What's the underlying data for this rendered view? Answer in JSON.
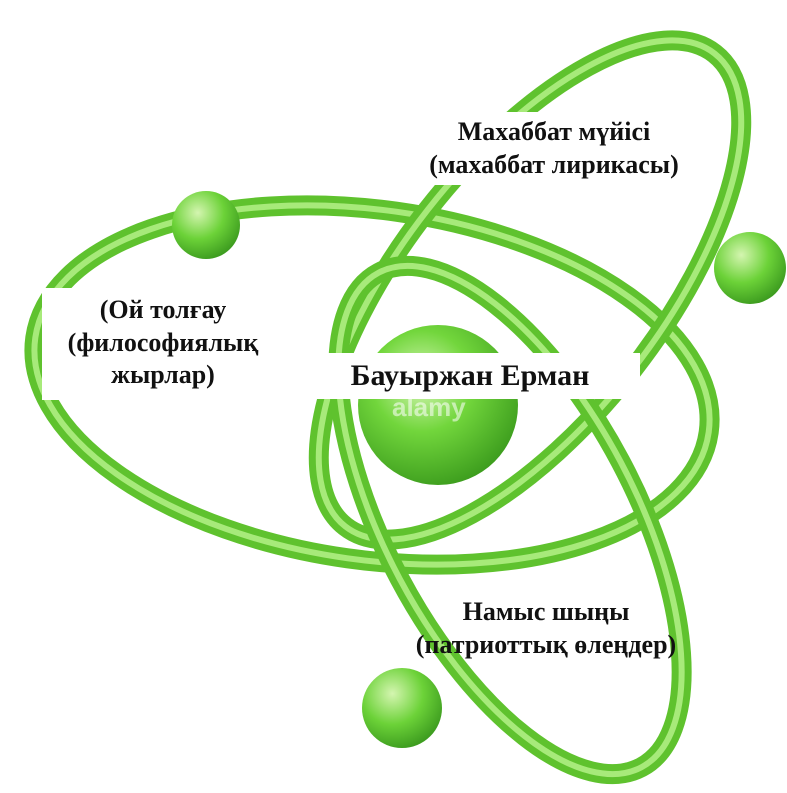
{
  "diagram": {
    "center_label": "Бауыржан Ерман",
    "topics": [
      {
        "id": "love",
        "lines": [
          "Махаббат мүйісі",
          "(махаббат лирикасы)"
        ]
      },
      {
        "id": "thought",
        "lines": [
          "(Ой толғау",
          "(философиялық",
          "жырлар)"
        ]
      },
      {
        "id": "honor",
        "lines": [
          "Намыс  шыңы",
          "(патриоттық өлеңдер)"
        ]
      }
    ]
  },
  "colors": {
    "orbit": "#6fd33a",
    "nucleus": "#5ccf2a",
    "node": "#6ad83a",
    "text": "#111111"
  },
  "watermark_text": "alamy"
}
